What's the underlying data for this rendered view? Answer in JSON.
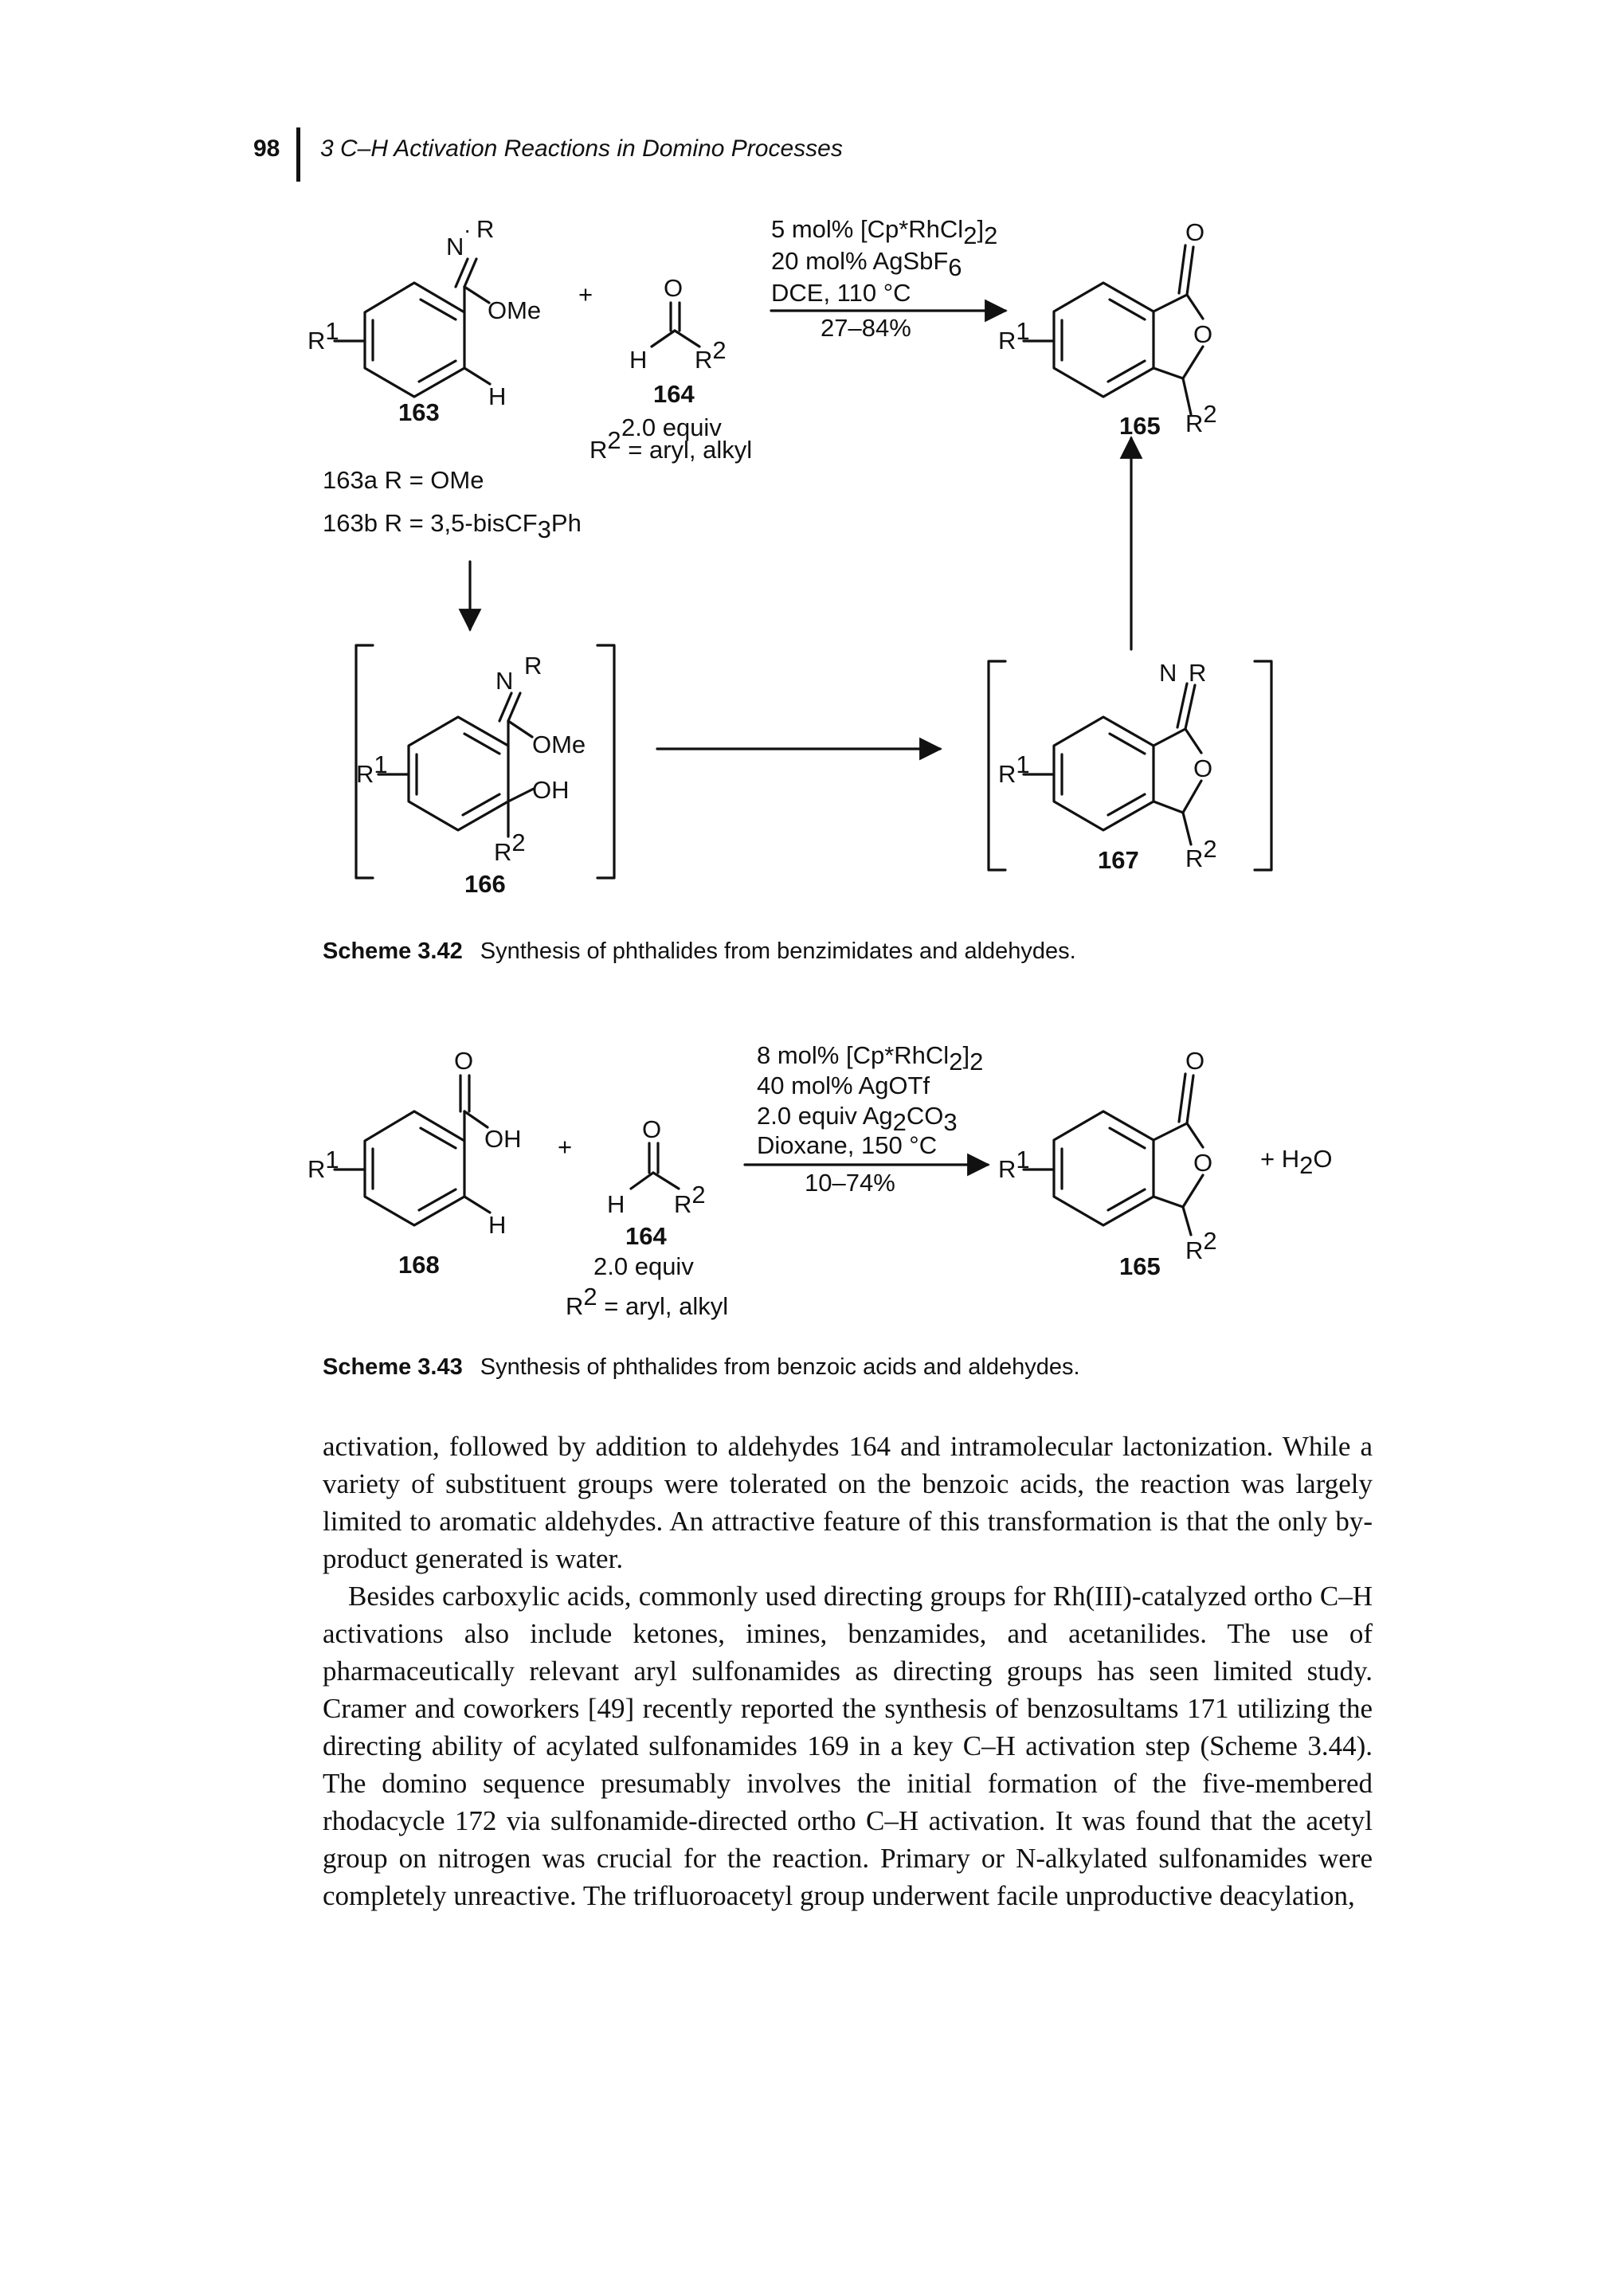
{
  "header": {
    "page_number": "98",
    "running_head": "3 C–H Activation Reactions in Domino Processes"
  },
  "scheme42": {
    "caption_label": "Scheme 3.42",
    "caption_text": "Synthesis of phthalides from benzimidates and aldehydes.",
    "cond1": "5 mol% [Cp*RhCl",
    "cond1_sub1": "2",
    "cond1_tail": "]",
    "cond1_sub2": "2",
    "cond2": "20 mol% AgSbF",
    "cond2_sub": "6",
    "cond3": "DCE, 110 °C",
    "yield": "27–84%",
    "equiv": "2.0 equiv",
    "r2_def": "= aryl, alkyl",
    "def_163a_label": "163a",
    "def_163a": " R = OMe",
    "def_163b_label": "163b",
    "def_163b": " R = 3,5-bisCF",
    "def_163b_sub": "3",
    "def_163b_tail": "Ph",
    "compound_labels": {
      "c163": "163",
      "c164": "164",
      "c165": "165",
      "c166": "166",
      "c167": "167"
    }
  },
  "scheme43": {
    "caption_label": "Scheme 3.43",
    "caption_text": "Synthesis of phthalides from benzoic acids and aldehydes.",
    "cond1": "8 mol% [Cp*RhCl",
    "cond1_sub1": "2",
    "cond1_tail": "]",
    "cond1_sub2": "2",
    "cond2": "40 mol% AgOTf",
    "cond3": "2.0 equiv Ag",
    "cond3_sub1": "2",
    "cond3_mid": "CO",
    "cond3_sub2": "3",
    "cond4": "Dioxane, 150 °C",
    "yield": "10–74%",
    "equiv": "2.0 equiv",
    "r2_def": "= aryl, alkyl",
    "byproduct": "+ H",
    "byproduct_sub": "2",
    "byproduct_tail": "O",
    "compound_labels": {
      "c168": "168",
      "c164": "164",
      "c165": "165"
    }
  },
  "atoms": {
    "N": "N",
    "R": "R",
    "O": "O",
    "H": "H",
    "OMe": "OMe",
    "OH": "OH",
    "R1": "R",
    "R1_sup": "1",
    "R2": "R",
    "R2_sup": "2",
    "plus": "+"
  },
  "paragraphs": [
    "activation, followed by addition to aldehydes 164 and intramolecular lactonization. While a variety of substituent groups were tolerated on the benzoic acids, the reaction was largely limited to aromatic aldehydes. An attractive feature of this transformation is that the only by-product generated is water.",
    "Besides carboxylic acids, commonly used directing groups for Rh(III)-catalyzed ortho C–H activations also include ketones, imines, benzamides, and acetanilides. The use of pharmaceutically relevant aryl sulfonamides as directing groups has seen limited study. Cramer and coworkers [49] recently reported the synthesis of benzosultams 171 utilizing the directing ability of acylated sulfonamides 169 in a key C–H activation step (Scheme 3.44). The domino sequence presumably involves the initial formation of the five-membered rhodacycle 172 via sulfonamide-directed ortho C–H activation. It was found that the acetyl group on nitrogen was crucial for the reaction. Primary or N-alkylated sulfonamides were completely unreactive. The trifluoroacetyl group underwent facile unproductive deacylation,"
  ]
}
